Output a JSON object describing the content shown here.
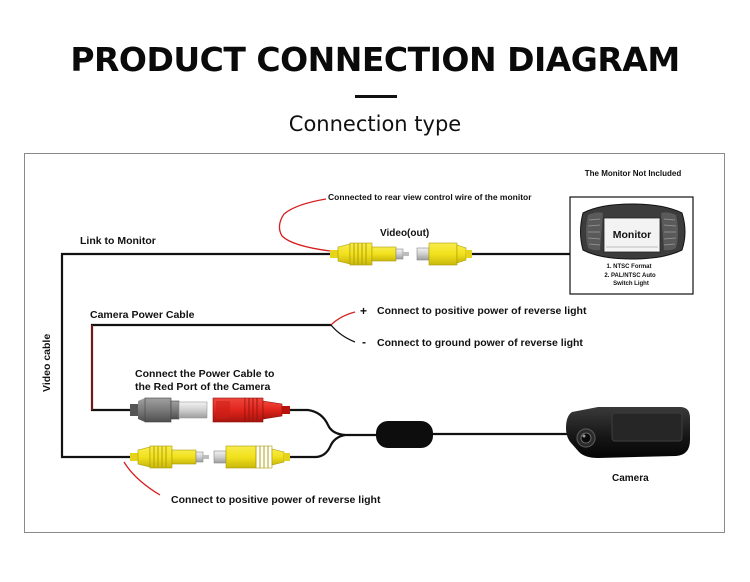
{
  "header": {
    "title": "PRODUCT CONNECTION DIAGRAM",
    "subtitle": "Connection type"
  },
  "monitor": {
    "note": "The Monitor Not Included",
    "screen_label": "Monitor",
    "spec_1": "1. NTSC Format",
    "spec_2a": "2. PAL/NTSC Auto",
    "spec_2b": "Switch Light"
  },
  "labels": {
    "rear_view_wire": "Connected to rear view control wire of the monitor",
    "video_out": "Video(out)",
    "link_to_monitor": "Link to Monitor",
    "camera_power_cable": "Camera Power Cable",
    "plus_sign": "+",
    "minus_sign": "-",
    "positive_reverse": "Connect to positive power of reverse light",
    "ground_reverse": "Connect to ground power of reverse light",
    "power_to_red_1": "Connect the Power Cable to",
    "power_to_red_2": "the Red Port of the Camera",
    "video_cable": "Video cable",
    "bottom_positive": "Connect to positive power of reverse light",
    "camera": "Camera"
  },
  "colors": {
    "rca_yellow": "#f2e11c",
    "power_red": "#e0251c",
    "plug_gray": "#7a7a7a",
    "wire_black": "#111111",
    "lead_red": "#d61f1f"
  }
}
